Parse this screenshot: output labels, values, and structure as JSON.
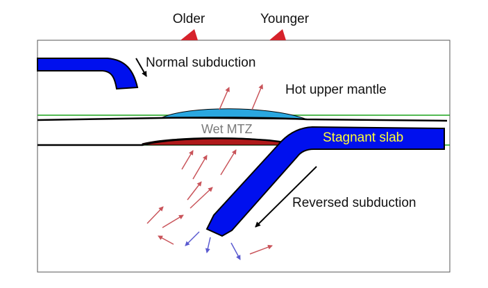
{
  "labels": {
    "older": "Older",
    "younger": "Younger",
    "normal_subduction": "Normal subduction",
    "hot_upper_mantle": "Hot upper mantle",
    "wet_mtz": "Wet MTZ",
    "stagnant_slab": "Stagnant slab",
    "reversed_subduction": "Reversed subduction"
  },
  "colors": {
    "slab": "#0010ee",
    "slab_outline": "#000000",
    "volcano": "#d6222b",
    "blue_lens": "#2aa7e0",
    "red_lens": "#b01a1a",
    "green_line": "#1aa31a",
    "hot_arrow": "#c9545a",
    "cold_arrow": "#5a5ad0",
    "stagnant_slab_text": "#ffff33",
    "wet_mtz_text": "#7a7a7a",
    "frame": "#555555"
  }
}
